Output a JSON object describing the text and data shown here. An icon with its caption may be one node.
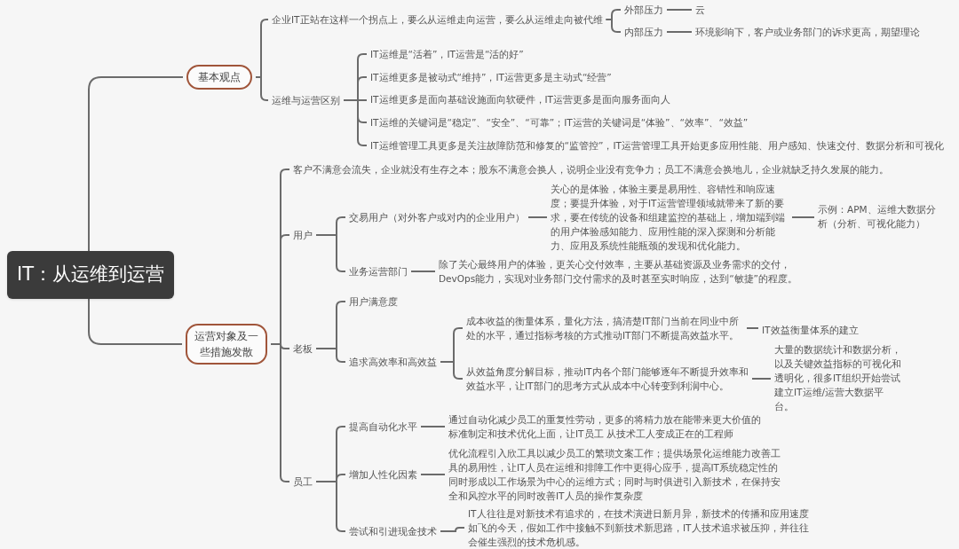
{
  "diagram": {
    "nodes": [
      {
        "text": [
          "IT：从运维到运营"
        ]
      },
      {
        "text": [
          "基本观点"
        ]
      },
      {
        "text": [
          "企业IT正站在这样一个拐点上，要么从运维走向运营，要么从运维走向被代维"
        ]
      },
      {
        "text": [
          "外部压力"
        ]
      },
      {
        "text": [
          "云"
        ]
      },
      {
        "text": [
          "内部压力"
        ]
      },
      {
        "text": [
          "环境影响下，客户或业务部门的诉求更高，期望理论"
        ]
      },
      {
        "text": [
          "运维与运营区别"
        ]
      },
      {
        "text": [
          "IT运维是“活着”，IT运营是“活的好”"
        ]
      },
      {
        "text": [
          "IT运维更多是被动式“维持”，IT运营更多是主动式“经营”"
        ]
      },
      {
        "text": [
          "IT运维更多是面向基础设施面向软硬件，IT运营更多是面向服务面向人"
        ]
      },
      {
        "text": [
          "IT运维的关键词是“稳定”、“安全”、“可靠”；IT运营的关键词是“体验”、“效率”、“效益”"
        ]
      },
      {
        "text": [
          "IT运维管理工具更多是关注故障防范和修复的“监管控”，IT运营管理工具开始更多应用性能、用户感知、快速交付、数据分析和可视化"
        ]
      },
      {
        "text": [
          "运营对象及一些措施发散"
        ]
      },
      {
        "text": [
          "客户不满意会流失，企业就没有生存之本；股东不满意会换人，说明企业没有竞争力；员工不满意会换地儿，企业就缺乏持久发展的能力。"
        ]
      },
      {
        "text": [
          "用户"
        ]
      },
      {
        "text": [
          "交易用户（对外客户或对内的企业用户）"
        ]
      },
      {
        "text": [
          "关心的是体验，体验主要是易用性、容错性和响应速度；要提升体验，对于IT运营管理领域就带来了新的要求，要在传统的设备和组建监控的基础上，增加端到端的用户体验感知能力、应用性能的深入探测和分析能力、应用及系统性能瓶颈的发现和优化能力。"
        ]
      },
      {
        "text": [
          "示例：APM、运维大数据分析（分析、可视化能力）"
        ]
      },
      {
        "text": [
          "业务运营部门"
        ]
      },
      {
        "text": [
          "除了关心最终用户的体验，更关心交付效率，主要从基础资源及业务需求的交付，DevOps能力，实现对业务部门交付需求的及时甚至实时响应，达到“敏捷”的程度。"
        ]
      },
      {
        "text": [
          "老板"
        ]
      },
      {
        "text": [
          "用户满意度"
        ]
      },
      {
        "text": [
          "追求高效率和高效益"
        ]
      },
      {
        "text": [
          "成本收益的衡量体系，量化方法，搞清楚IT部门当前在同业中所处的水平，通过指标考核的方式推动IT部门不断提高效益水平。"
        ]
      },
      {
        "text": [
          "IT效益衡量体系的建立"
        ]
      },
      {
        "text": [
          "从效益角度分解目标，推动IT内各个部门能够逐年不断提升效率和效益水平，让IT部门的思考方式从成本中心转变到利润中心。"
        ]
      },
      {
        "text": [
          "大量的数据统计和数据分析，以及关键效益指标的可视化和透明化，很多IT组织开始尝试建立IT运维/运营大数据平台。"
        ]
      },
      {
        "text": [
          "员工"
        ]
      },
      {
        "text": [
          "提高自动化水平"
        ]
      },
      {
        "text": [
          "通过自动化减少员工的重复性劳动，更多的将精力放在能带来更大价值的标准制定和技术优化上面，让IT员工 从技术工人变成正在的工程师"
        ]
      },
      {
        "text": [
          "增加人性化因素"
        ]
      },
      {
        "text": [
          "优化流程引入欣工具以减少员工的繁琐文案工作；提供场景化运维能力改善工具的易用性，让IT人员在运维和排障工作中更得心应手，提高IT系统稳定性的同时形成以工作场景为中心的运维方式；同时与时俱进引入新技术，在保持安全和风控水平的同时改善IT人员的操作复杂度"
        ]
      },
      {
        "text": [
          "尝试和引进现金技术"
        ]
      },
      {
        "text": [
          "IT人往往是对新技术有追求的，在技术演进日新月异，新技术的传播和应用速度如飞的今天，假如工作中接触不到新技术新思路，IT人技术追求被压抑，并往往会催生强烈的技术危机感。"
        ]
      }
    ],
    "edges": [
      {
        "from": 0,
        "to": 1,
        "arrow": "none"
      },
      {
        "from": 1,
        "to": 2,
        "arrow": "none"
      },
      {
        "from": 2,
        "to": 3,
        "arrow": "none"
      },
      {
        "from": 3,
        "to": 4,
        "arrow": "none"
      },
      {
        "from": 2,
        "to": 5,
        "arrow": "none"
      },
      {
        "from": 5,
        "to": 6,
        "arrow": "none"
      },
      {
        "from": 1,
        "to": 7,
        "arrow": "none"
      },
      {
        "from": 7,
        "to": 8,
        "arrow": "none"
      },
      {
        "from": 7,
        "to": 9,
        "arrow": "none"
      },
      {
        "from": 7,
        "to": 10,
        "arrow": "none"
      },
      {
        "from": 7,
        "to": 11,
        "arrow": "none"
      },
      {
        "from": 7,
        "to": 12,
        "arrow": "none"
      },
      {
        "from": 0,
        "to": 13,
        "arrow": "none"
      },
      {
        "from": 13,
        "to": 14,
        "arrow": "none"
      },
      {
        "from": 13,
        "to": 15,
        "arrow": "none"
      },
      {
        "from": 15,
        "to": 16,
        "arrow": "none"
      },
      {
        "from": 16,
        "to": 17,
        "arrow": "none"
      },
      {
        "from": 17,
        "to": 18,
        "arrow": "none"
      },
      {
        "from": 15,
        "to": 19,
        "arrow": "none"
      },
      {
        "from": 19,
        "to": 20,
        "arrow": "none"
      },
      {
        "from": 13,
        "to": 21,
        "arrow": "none"
      },
      {
        "from": 21,
        "to": 22,
        "arrow": "none"
      },
      {
        "from": 21,
        "to": 23,
        "arrow": "none"
      },
      {
        "from": 23,
        "to": 24,
        "arrow": "none"
      },
      {
        "from": 24,
        "to": 25,
        "arrow": "none"
      },
      {
        "from": 23,
        "to": 26,
        "arrow": "none"
      },
      {
        "from": 26,
        "to": 27,
        "arrow": "none"
      },
      {
        "from": 13,
        "to": 28,
        "arrow": "none"
      },
      {
        "from": 28,
        "to": 29,
        "arrow": "none"
      },
      {
        "from": 29,
        "to": 30,
        "arrow": "none"
      },
      {
        "from": 28,
        "to": 31,
        "arrow": "none"
      },
      {
        "from": 31,
        "to": 32,
        "arrow": "none"
      },
      {
        "from": 28,
        "to": 33,
        "arrow": "none"
      },
      {
        "from": 33,
        "to": 34,
        "arrow": "none"
      }
    ]
  }
}
